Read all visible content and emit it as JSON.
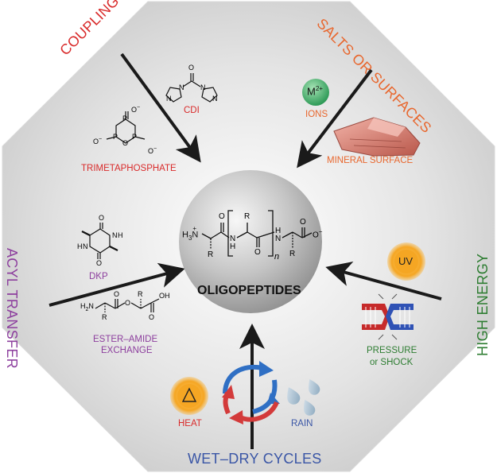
{
  "center": {
    "title": "OLIGOPEPTIDES",
    "h3": "H",
    "h3_sub": "3",
    "h3_sup": "+",
    "n_atom": "N",
    "r_top": "R",
    "r_left": "R",
    "r_right": "R",
    "nh_1": "N",
    "nh_1h": "H",
    "nh_2": "N",
    "nh_2h": "H",
    "o_1": "O",
    "o_2": "O",
    "o_3": "O",
    "o_minus": "O",
    "charge_minus": "−",
    "subscript_n": "n"
  },
  "categories": {
    "coupling": "COUPLING AGENTS",
    "salts": "SALTS OR SURFACES",
    "acyl": "ACYL TRANSFER",
    "high_energy": "HIGH ENERGY",
    "wet_dry": "WET–DRY CYCLES"
  },
  "items": {
    "cdi": "CDI",
    "trimetaphosphate": "TRIMETAPHOSPHATE",
    "ions": "IONS",
    "ion_symbol": "M",
    "ion_charge": "2+",
    "mineral": "MINERAL SURFACE",
    "dkp": "DKP",
    "ester_line1": "ESTER–AMIDE",
    "ester_line2": "EXCHANGE",
    "uv": "UV",
    "pressure_line1": "PRESSURE",
    "pressure_line2": "or SHOCK",
    "heat": "HEAT",
    "rain": "RAIN"
  },
  "atoms": {
    "cdi_o": "O",
    "cdi_n1": "N",
    "cdi_n2": "N",
    "cdi_n3": "N",
    "cdi_n4": "N",
    "p1": "P",
    "p2": "P",
    "p3": "P",
    "o_ring": "O",
    "dkp_nh1": "H",
    "dkp_n1": "N",
    "dkp_nh2": "H",
    "dkp_n2": "N",
    "dkp_o1": "O",
    "dkp_o2": "O",
    "ee_h2n": "H",
    "ee_h2n_sub": "2",
    "ee_n": "N",
    "ee_o1": "O",
    "ee_o2": "O",
    "ee_o3": "O",
    "ee_oh": "OH",
    "ee_r1": "R",
    "ee_r2": "R",
    "tm_o_minus1": "O",
    "tm_o_minus2": "O",
    "tm_o_minus3": "O"
  },
  "colors": {
    "coupling": "#d92b2b",
    "salts": "#e8672e",
    "acyl": "#8d3f9e",
    "high_energy": "#2e7d32",
    "wet_dry": "#3a56a6",
    "ion_badge": "#3fae6a",
    "uv_badge": "#f5a623",
    "heat_badge": "#f5a623"
  },
  "icons": [
    "octagon-background",
    "center-sphere",
    "cdi-structure",
    "trimetaphosphate-structure",
    "ion-badge",
    "mineral-rock",
    "dkp-structure",
    "ester-structure",
    "uv-badge",
    "pressure-icon",
    "heat-badge",
    "cycle-arrows",
    "rain-drops"
  ]
}
